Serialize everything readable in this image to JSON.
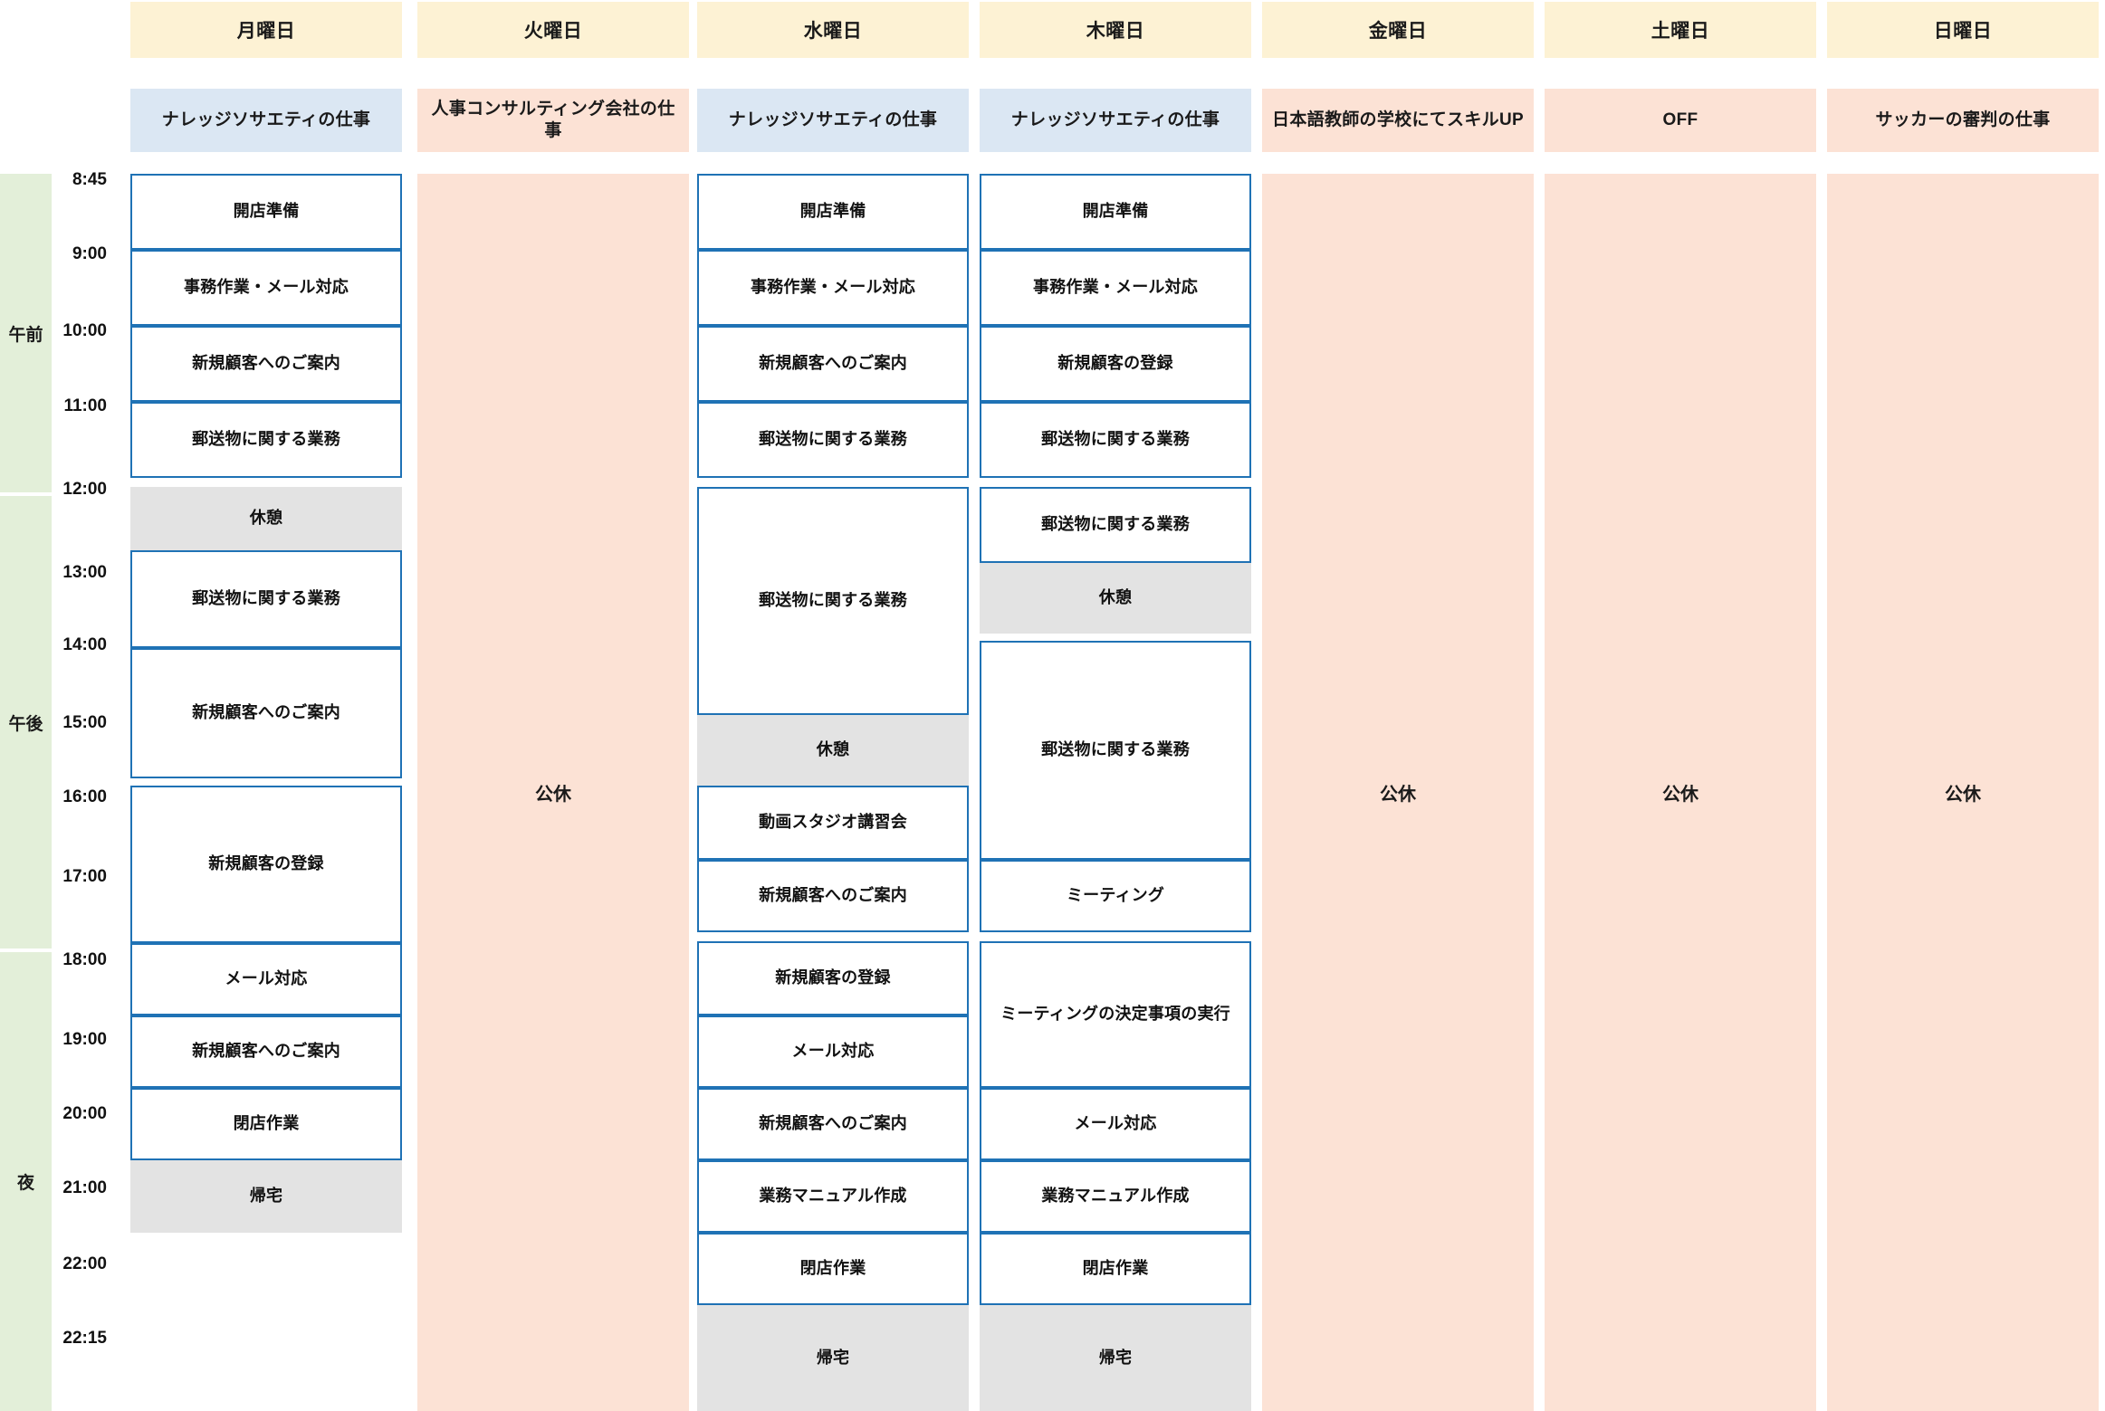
{
  "meta": {
    "view_type": "weekly-schedule-table",
    "colors": {
      "day_header_bg": "#FDF2D4",
      "job_blue_bg": "#DBE7F3",
      "job_pink_bg": "#FCE2D5",
      "period_green_bg": "#E3EFD9",
      "task_border": "#1F72B5",
      "rest_bg": "#E3E3E3",
      "text": "#111111"
    }
  },
  "periods": [
    {
      "label": "午前"
    },
    {
      "label": "午後"
    },
    {
      "label": "夜"
    }
  ],
  "time_labels": [
    "8:45",
    "9:00",
    "10:00",
    "11:00",
    "12:00",
    "13:00",
    "14:00",
    "15:00",
    "16:00",
    "17:00",
    "18:00",
    "19:00",
    "20:00",
    "21:00",
    "22:00",
    "22:15"
  ],
  "days": [
    {
      "name": "月曜日",
      "job": "ナレッジソサエティの仕事",
      "job_style": "blue",
      "all_day": null,
      "tasks": [
        {
          "text": "開店準備",
          "kind": "work"
        },
        {
          "text": "事務作業・メール対応",
          "kind": "work"
        },
        {
          "text": "新規顧客へのご案内",
          "kind": "work"
        },
        {
          "text": "郵送物に関する業務",
          "kind": "work"
        },
        {
          "text": "休憩",
          "kind": "rest"
        },
        {
          "text": "郵送物に関する業務",
          "kind": "work"
        },
        {
          "text": "新規顧客へのご案内",
          "kind": "work"
        },
        {
          "text": "新規顧客の登録",
          "kind": "work"
        },
        {
          "text": "メール対応",
          "kind": "work"
        },
        {
          "text": "新規顧客へのご案内",
          "kind": "work"
        },
        {
          "text": "閉店作業",
          "kind": "work"
        },
        {
          "text": "帰宅",
          "kind": "rest"
        }
      ]
    },
    {
      "name": "火曜日",
      "job": "人事コンサルティング会社の仕事",
      "job_style": "pink",
      "all_day": "公休",
      "tasks": []
    },
    {
      "name": "水曜日",
      "job": "ナレッジソサエティの仕事",
      "job_style": "blue",
      "all_day": null,
      "tasks": [
        {
          "text": "開店準備",
          "kind": "work"
        },
        {
          "text": "事務作業・メール対応",
          "kind": "work"
        },
        {
          "text": "新規顧客へのご案内",
          "kind": "work"
        },
        {
          "text": "郵送物に関する業務",
          "kind": "work"
        },
        {
          "text": "郵送物に関する業務",
          "kind": "work"
        },
        {
          "text": "休憩",
          "kind": "rest"
        },
        {
          "text": "動画スタジオ講習会",
          "kind": "work"
        },
        {
          "text": "新規顧客へのご案内",
          "kind": "work"
        },
        {
          "text": "新規顧客の登録",
          "kind": "work"
        },
        {
          "text": "メール対応",
          "kind": "work"
        },
        {
          "text": "新規顧客へのご案内",
          "kind": "work"
        },
        {
          "text": "業務マニュアル作成",
          "kind": "work"
        },
        {
          "text": "閉店作業",
          "kind": "work"
        },
        {
          "text": "帰宅",
          "kind": "rest"
        }
      ]
    },
    {
      "name": "木曜日",
      "job": "ナレッジソサエティの仕事",
      "job_style": "blue",
      "all_day": null,
      "tasks": [
        {
          "text": "開店準備",
          "kind": "work"
        },
        {
          "text": "事務作業・メール対応",
          "kind": "work"
        },
        {
          "text": "新規顧客の登録",
          "kind": "work"
        },
        {
          "text": "郵送物に関する業務",
          "kind": "work"
        },
        {
          "text": "郵送物に関する業務",
          "kind": "work"
        },
        {
          "text": "休憩",
          "kind": "rest"
        },
        {
          "text": "郵送物に関する業務",
          "kind": "work"
        },
        {
          "text": "ミーティング",
          "kind": "work"
        },
        {
          "text": "ミーティングの決定事項の実行",
          "kind": "work"
        },
        {
          "text": "メール対応",
          "kind": "work"
        },
        {
          "text": "業務マニュアル作成",
          "kind": "work"
        },
        {
          "text": "閉店作業",
          "kind": "work"
        },
        {
          "text": "帰宅",
          "kind": "rest"
        }
      ]
    },
    {
      "name": "金曜日",
      "job": "日本語教師の学校にてスキルUP",
      "job_style": "pink",
      "all_day": "公休",
      "tasks": []
    },
    {
      "name": "土曜日",
      "job": "OFF",
      "job_style": "pink",
      "all_day": "公休",
      "tasks": []
    },
    {
      "name": "日曜日",
      "job": "サッカーの審判の仕事",
      "job_style": "pink",
      "all_day": "公休",
      "tasks": []
    }
  ]
}
